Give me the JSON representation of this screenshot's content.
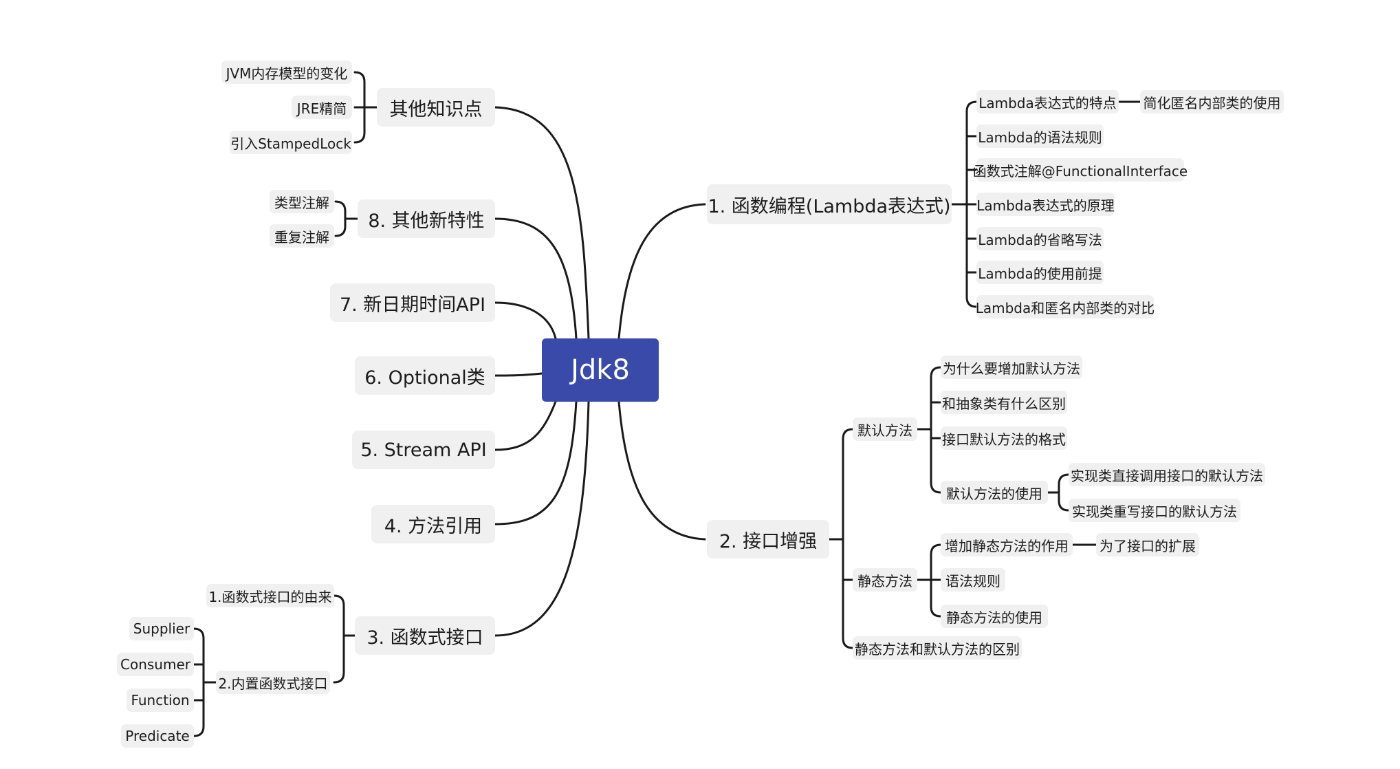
{
  "root": {
    "label": "Jdk8"
  },
  "branches": {
    "b1": {
      "label": "1. 函数编程(Lambda表达式)",
      "items": [
        "Lambda表达式的特点",
        "Lambda的语法规则",
        "函数式注解@FunctionalInterface",
        "Lambda表达式的原理",
        "Lambda的省略写法",
        "Lambda的使用前提",
        "Lambda和匿名内部类的对比"
      ],
      "extra": "简化匿名内部类的使用"
    },
    "b2": {
      "label": "2. 接口增强",
      "default_method": {
        "label": "默认方法",
        "items": [
          "为什么要增加默认方法",
          "和抽象类有什么区别",
          "接口默认方法的格式"
        ],
        "usage": {
          "label": "默认方法的使用",
          "items": [
            "实现类直接调用接口的默认方法",
            "实现类重写接口的默认方法"
          ]
        }
      },
      "static_method": {
        "label": "静态方法",
        "purpose": "增加静态方法的作用",
        "purpose_detail": "为了接口的扩展",
        "items": [
          "语法规则",
          "静态方法的使用"
        ]
      },
      "difference": "静态方法和默认方法的区别"
    },
    "b3": {
      "label": "3. 函数式接口",
      "origin": "1.函数式接口的由来",
      "builtin": {
        "label": "2.内置函数式接口",
        "items": [
          "Supplier",
          "Consumer",
          "Function",
          "Predicate"
        ]
      }
    },
    "b4": {
      "label": "4. 方法引用"
    },
    "b5": {
      "label": "5. Stream API"
    },
    "b6": {
      "label": "6. Optional类"
    },
    "b7": {
      "label": "7. 新日期时间API"
    },
    "b8": {
      "label": "8. 其他新特性",
      "items": [
        "类型注解",
        "重复注解"
      ]
    },
    "b9": {
      "label": "其他知识点",
      "items": [
        "JVM内存模型的变化",
        "JRE精简",
        "引入StampedLock"
      ]
    }
  },
  "colors": {
    "root_bg": "#3a4aa8",
    "node_bg": "#f0f0f0",
    "line": "#1a1a1a"
  }
}
